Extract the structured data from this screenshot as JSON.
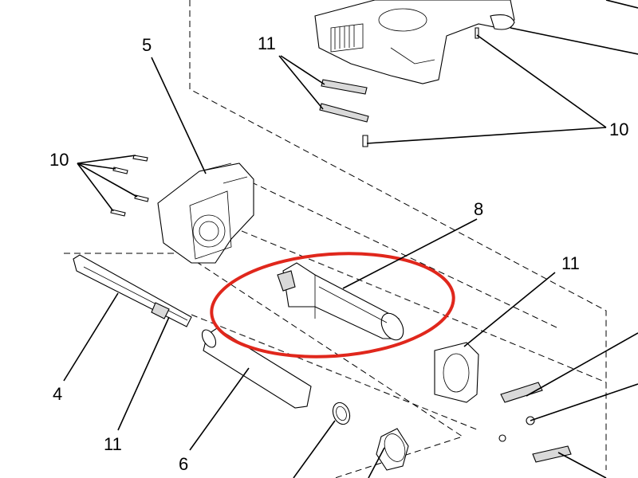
{
  "callouts": {
    "c5": "5",
    "c11_top": "11",
    "c10_left": "10",
    "c10_right": "10",
    "c8": "8",
    "c11_right": "11",
    "c4": "4",
    "c11_bottom": "11",
    "c6": "6"
  },
  "colors": {
    "highlight": "#e0271c",
    "line": "#000000",
    "background": "#ffffff"
  }
}
